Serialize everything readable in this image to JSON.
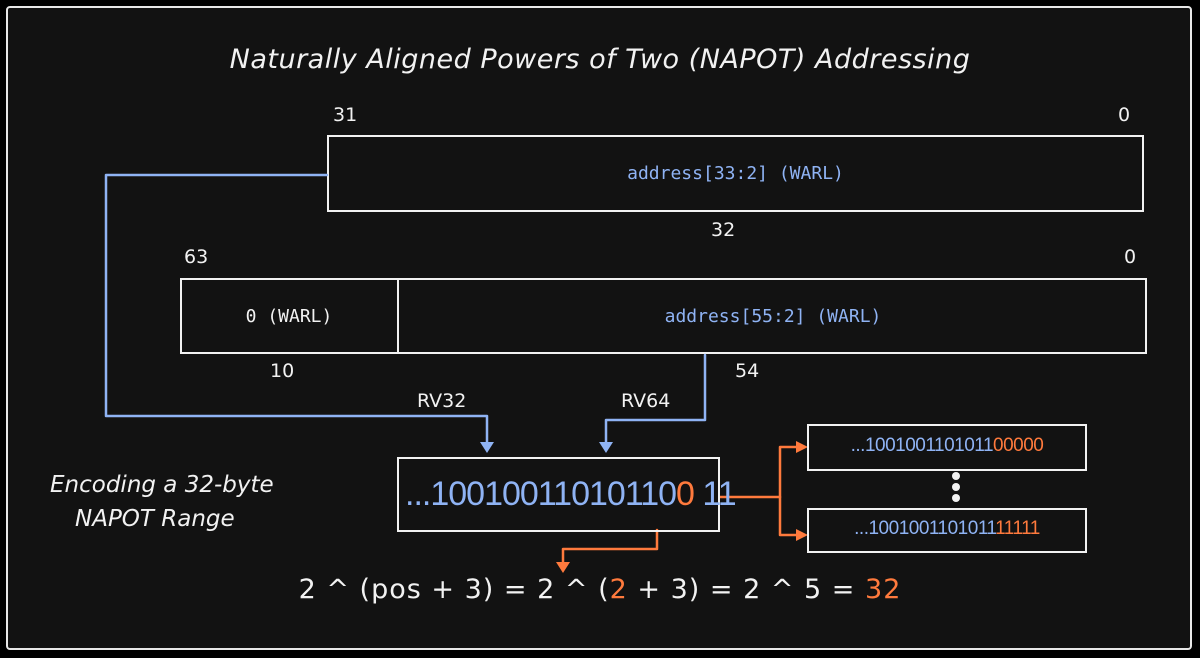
{
  "title": "Naturally Aligned Powers of Two (NAPOT) Addressing",
  "rv32_register": {
    "msb_label": "31",
    "lsb_label": "0",
    "field": "address[33:2] (WARL)",
    "width_label": "32"
  },
  "rv64_register": {
    "msb_label": "63",
    "lsb_label": "0",
    "upper_field": "0 (WARL)",
    "lower_field": "address[55:2] (WARL)",
    "upper_width_label": "10",
    "lower_width_label": "54"
  },
  "arrows": {
    "rv32_label": "RV32",
    "rv64_label": "RV64"
  },
  "encoding": {
    "caption_line1": "Encoding a 32-byte",
    "caption_line2": "NAPOT Range",
    "value_prefix": "...10010011010110",
    "value_zero": "0",
    "value_suffix": " 11",
    "range_low_prefix": "...1001001101011",
    "range_low_suffix": "00000",
    "range_high_prefix": "...1001001101011",
    "range_high_suffix": "11111"
  },
  "formula": {
    "part1": "2 ^ (pos + 3) = 2 ^ (",
    "pos_value": "2",
    "part2": " + 3) = 2 ^ 5 = ",
    "result": "32"
  },
  "colors": {
    "background": "#121212",
    "line": "#f2f2f2",
    "address_blue": "#8fb3f4",
    "highlight_orange": "#ff7a3d"
  }
}
